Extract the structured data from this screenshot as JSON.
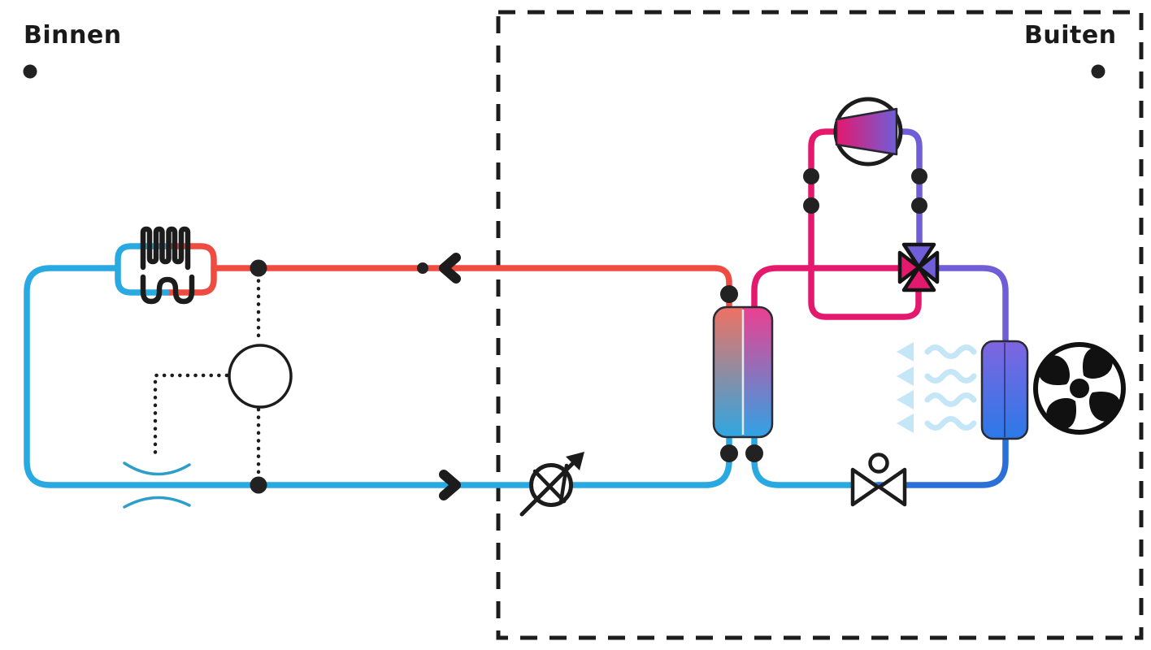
{
  "labels": {
    "inside": "Binnen",
    "outside": "Buiten"
  },
  "diagram": {
    "type": "heat-pump-schematic",
    "components": [
      "indoor-radiator-and-floor-coil",
      "circulation-controller",
      "flow-restrictor-venturi",
      "flow-direction-arrows",
      "flow-sensor",
      "plate-heat-exchanger-indoor",
      "compressor",
      "four-way-reversing-valve",
      "outdoor-heat-exchanger",
      "outdoor-fan",
      "air-flow-waves",
      "expansion-valve",
      "outdoor-boundary-dashed-box"
    ]
  },
  "colors": {
    "hot_red": "#ef4b41",
    "cold_cyan": "#29a9e1",
    "discharge_magenta": "#e4186c",
    "suction_purple": "#6f5ed8",
    "liquid_blue": "#2b6fd8",
    "air_wave_blue": "#c5e6f6",
    "venturi_teal": "#2d9dc9",
    "line_black": "#1c1c1c",
    "hx_left_top": "#ef7163",
    "hx_left_bottom": "#2ea7e2",
    "hx_right_top": "#ed3f90",
    "hx_right_bottom": "#2fa3e6",
    "outdoor_hx_top": "#7f65e0",
    "outdoor_hx_bottom": "#2b79e8"
  }
}
